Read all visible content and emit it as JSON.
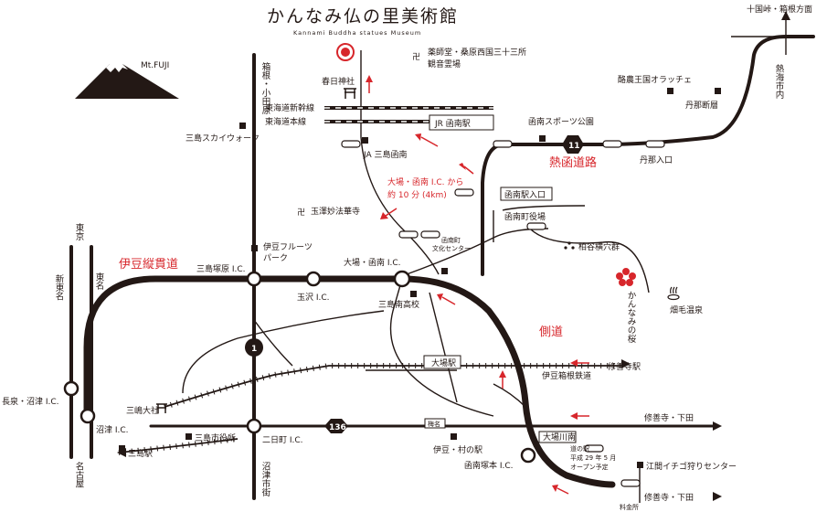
{
  "title": "かんなみ仏の里美術館",
  "subtitle": "Kannami Buddha statues Museum",
  "mountain": {
    "label": "Mt.FUJI"
  },
  "labels": {
    "top_right_destination": "十国峠・箱根方面",
    "atami_city": "熱海市内",
    "yakushido": "薬師堂・桑原西国三十三所",
    "kannon": "観音霊場",
    "kasuga_shrine": "春日神社",
    "tokaido_shinkansen": "東海道新幹線",
    "tokaido_mainline": "東海道本線",
    "jr_kannami_station": "JR 函南駅",
    "kannami_sports_park": "函南スポーツ公園",
    "rakuno_okoku": "酪農王国オラッチェ",
    "tanna_dansou": "丹那断層",
    "tanna_iriguchi": "丹那入口",
    "netsukan_road": "熱函道路",
    "route_11": "11",
    "mishima_skywalk": "三島スカイウォーク",
    "ja_mishima_kannami": "JA 三島函南",
    "from_ohba_kannami_ic_1": "大場・函南 I.C. から",
    "from_ohba_kannami_ic_2": "約 10 分 (4km)",
    "kannami_station_entrance": "函南駅入口",
    "gyokutaku": "玉澤妙法華寺",
    "kannami_town_office": "函南町役場",
    "bunka_center_1": "函南町",
    "bunka_center_2": "文化センター",
    "kashiwadani_yokoana": "柏谷横穴群",
    "kannami_sakura": "かんなみの桜",
    "hatake_onsen": "畑毛温泉",
    "izu_fruits_park_1": "伊豆フルーツ",
    "izu_fruits_park_2": "パーク",
    "mishima_tsukahara_ic": "三島塚原 I.C.",
    "ohba_kannami_ic": "大場・函南 I.C.",
    "izu_jukan_road": "伊豆縦貫道",
    "tamazawa_ic": "玉沢 I.C.",
    "mishima_minami_hs": "三島南高校",
    "sokudo": "側道",
    "ohba_station": "大場駅",
    "izu_hakone_railway": "伊豆箱根鉄道",
    "shuzenji_station": "修善寺駅",
    "mishima_taisha": "三嶋大社",
    "shuzenji_shimoda_1": "修善寺・下田",
    "shuzenji_shimoda_2": "修善寺・下田",
    "ohba_kawaminami": "大場川南",
    "nishiki": "梅名",
    "mishima_city_office": "三島市役所",
    "nichome_ic": "二日町 I.C.",
    "route_136": "136",
    "izu_mura_no_eki": "伊豆・村の駅",
    "michi_no_eki_1": "道の駅",
    "michi_no_eki_2": "平成 29 年 5 月",
    "michi_no_eki_3": "オープン予定",
    "kannami_tsukamoto_ic": "函南塚本 I.C.",
    "ema_ichigo": "江間イチゴ狩りセンター",
    "ryokinjo": "料金所",
    "mishima_station": "三島駅",
    "nagaizumi_numazu_ic": "長泉・沼津 I.C.",
    "numazu_ic": "沼津 I.C.",
    "route_1": "1",
    "hakone_odawara": "箱根・小田原",
    "numazu_city": "沼津市街",
    "tokyo": "東京",
    "shin_tomei": "新東名",
    "tomei": "東名",
    "nagoya": "名古屋"
  },
  "colors": {
    "road": "#231815",
    "accent_red": "#d7262b",
    "background": "#ffffff"
  },
  "icons": [
    "museum-marker-icon",
    "mountain-icon",
    "shrine-icon",
    "temple-icon",
    "hot-spring-icon",
    "cherry-blossom-icon",
    "tumulus-icon",
    "building-icon",
    "route-shield-icon",
    "arrow-icon"
  ]
}
